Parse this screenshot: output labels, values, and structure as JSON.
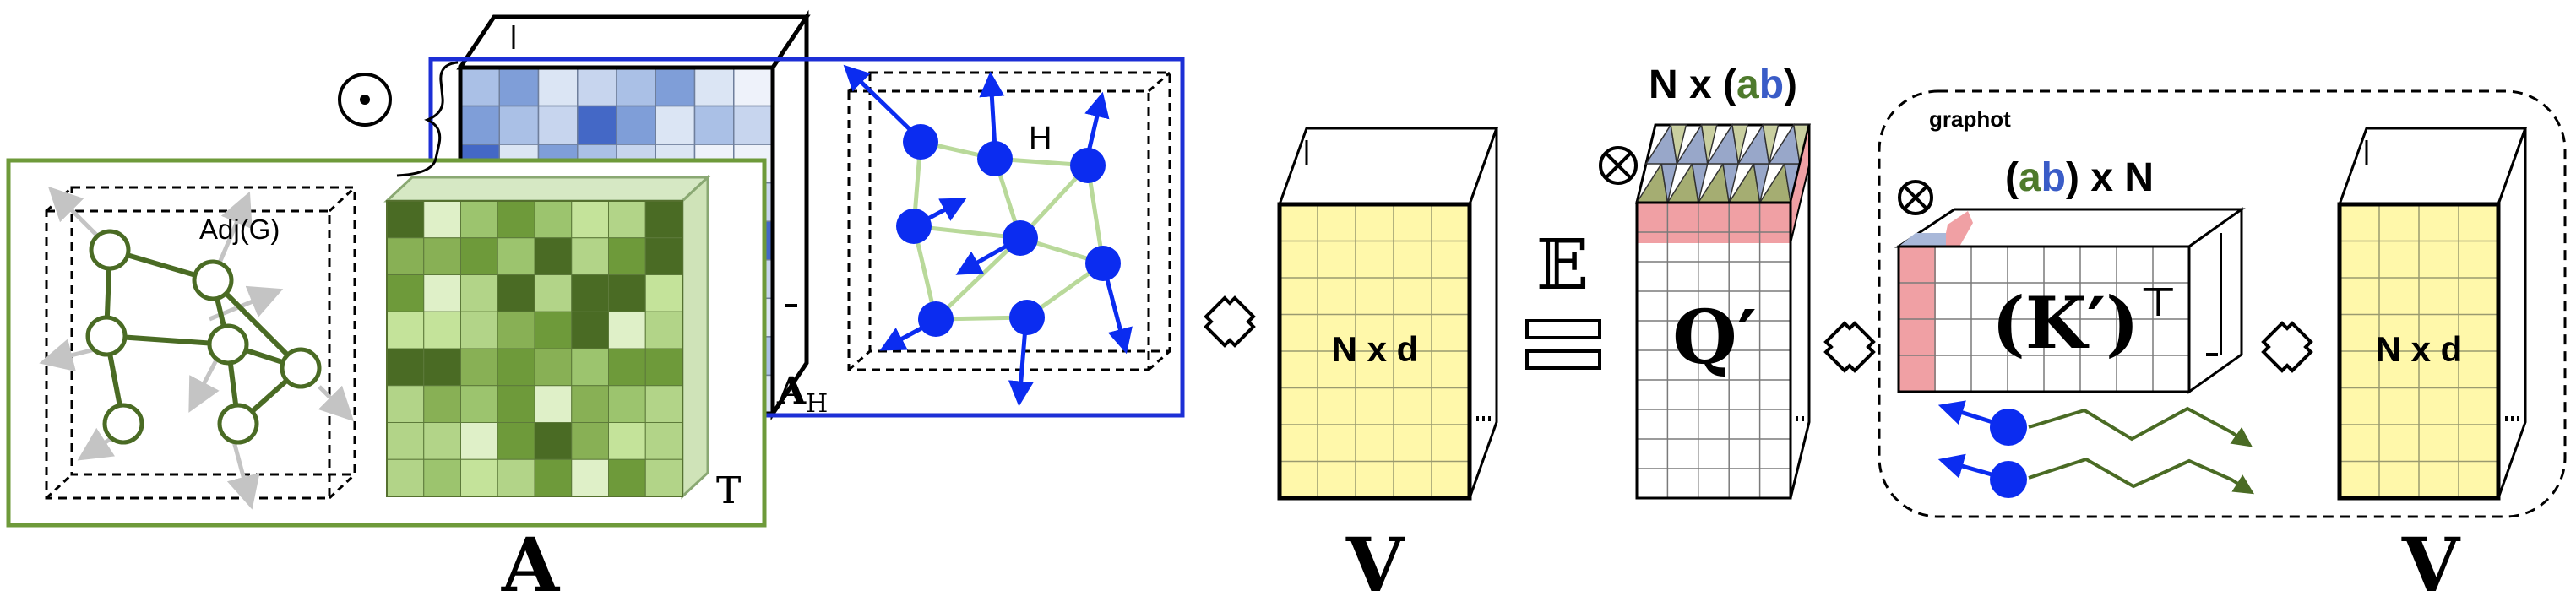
{
  "labels": {
    "adj": "Adj(G)",
    "t_label": "T",
    "h_label": "H",
    "ah_main": "A",
    "ah_sub": "H",
    "a_caption": "A",
    "v_caption_1": "V",
    "v_caption_2": "V",
    "nxd_1": "N x d",
    "nxd_2": "N x d",
    "q_label": "Q′",
    "k_label": "(K′)",
    "k_sup": "⊤",
    "expect": "𝔼",
    "graphot": "graphot",
    "nab_prefix": "N x (",
    "nab_a": "a",
    "nab_b": "b",
    "nab_suffix": ")",
    "abn_prefix": "(",
    "abn_a": "a",
    "abn_b": "b",
    "abn_suffix": ") x N"
  },
  "symbols": {
    "hadamard": "⊙",
    "otimes_1": "⊗",
    "otimes_2": "⊗",
    "times_1": "✕",
    "times_2": "✕",
    "times_3": "✕",
    "equals": "="
  },
  "colors": {
    "green_dark": "#4a6b24",
    "green_mid": "#6e9a3a",
    "green_light": "#c4e39a",
    "blue_node": "#0b2cf0",
    "blue_frame": "#1c2fd6",
    "blue_cell": "#4468c6",
    "yellow": "#fff7a8",
    "pink": "#f0a0a4",
    "tri_blue": "#98a7c9",
    "tri_olive": "#a5ad72",
    "ab_green": "#4e7a2c",
    "ab_blue": "#3a5cc7"
  }
}
